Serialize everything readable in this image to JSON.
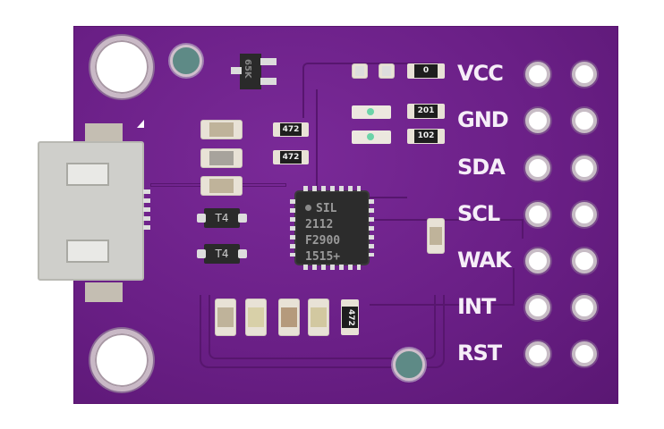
{
  "image": {
    "subject": "CJMCU-2112 USB to I2C breakout board",
    "board_color": "#6a1f86"
  },
  "main_chip": {
    "lines": [
      "SIL",
      "2112",
      "F2900",
      "1515+"
    ]
  },
  "pin_labels": [
    "VCC",
    "GND",
    "SDA",
    "SCL",
    "WAK",
    "INT",
    "RST"
  ],
  "resistors": {
    "r1": "472",
    "r2": "472",
    "r3": "0",
    "r4": "201",
    "r5": "102",
    "r6": "472"
  },
  "diodes": {
    "d1": "T4",
    "d2": "T4"
  },
  "regulator": {
    "marking": "65K"
  }
}
